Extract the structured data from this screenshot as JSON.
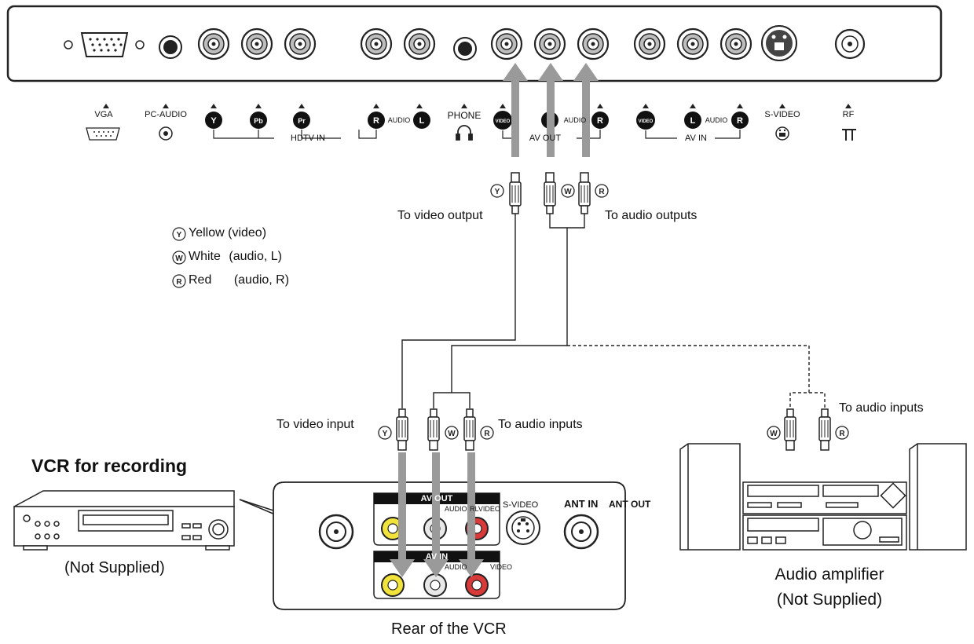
{
  "tv_panel": {
    "labels": {
      "vga": "VGA",
      "pc_audio": "PC-AUDIO",
      "hdtv_in": "HDTV IN",
      "phone": "PHONE",
      "av_out": "AV OUT",
      "av_in": "AV IN",
      "s_video": "S-VIDEO",
      "rf": "RF",
      "audio": "AUDIO"
    },
    "badges": {
      "y": "Y",
      "pb": "Pb",
      "pr": "Pr",
      "r": "R",
      "l": "L",
      "video": "VIDEO"
    }
  },
  "cable_labels": {
    "to_video_output": "To video output",
    "to_audio_outputs": "To audio outputs",
    "to_video_input": "To video input",
    "to_audio_inputs_vcr": "To audio inputs",
    "to_audio_inputs_amp": "To audio inputs"
  },
  "plug_letters": {
    "y": "Y",
    "w": "W",
    "r": "R"
  },
  "legend": [
    {
      "symbol": "Y",
      "color": "Yellow",
      "desc": "(video)"
    },
    {
      "symbol": "W",
      "color": "White",
      "desc": "(audio, L)"
    },
    {
      "symbol": "R",
      "color": "Red",
      "desc": "(audio, R)"
    }
  ],
  "vcr": {
    "title": "VCR for recording",
    "note": "(Not Supplied)",
    "rear_caption": "Rear of the VCR",
    "panel": {
      "av_out": "AV OUT",
      "av_in": "AV IN",
      "audio_out": "AUDIO",
      "rl_video": "RLVIDEO",
      "s_video": "S-VIDEO",
      "ant_in": "ANT IN",
      "ant_out": "ANT OUT",
      "audio_in": "AUDIO",
      "video_in": "VIDEO"
    }
  },
  "amplifier": {
    "title": "Audio amplifier",
    "note": "(Not Supplied)"
  },
  "colors": {
    "arrow": "#9a9a9a",
    "yellow_jack": "#f2e33a",
    "red_jack": "#d83a3a",
    "line": "#222222"
  }
}
